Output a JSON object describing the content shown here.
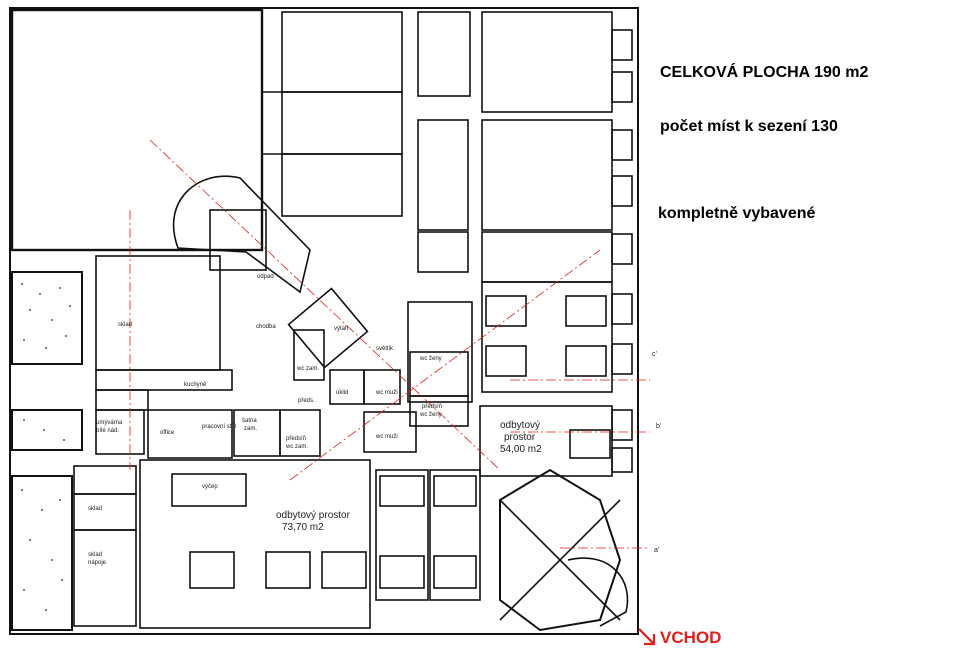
{
  "header": {
    "total_area": "CELKOVÁ PLOCHA  190 m2",
    "seats": "počet míst k sezení    130",
    "equipped": "kompletně vybavené"
  },
  "entrance": {
    "label": "VCHOD",
    "color": "#e0201a"
  },
  "colors": {
    "section_lines": "#e0201a",
    "walls": "#111111"
  },
  "rooms": {
    "sklad1": "sklad",
    "sklad2": "sklad",
    "sklad_napoje_1": "sklad",
    "sklad_napoje_2": "nápoje",
    "kuchyne": "kuchyně",
    "office": "office",
    "umyvarna_1": "umývárna",
    "umyvarna_2": "bílé nád.",
    "pracovni_stul": "pracovní stůl",
    "satna_1": "šatna",
    "satna_2": "zam.",
    "predsin_1": "předsíň",
    "predsin_2": "wc zam.",
    "vycep": "výčep",
    "odbytovy_1": "odbytový  prostor",
    "odbytovy_1_area": "73,70  m2",
    "odbytovy_2_a": "odbytový",
    "odbytovy_2_b": "prostor",
    "odbytovy_2_area": "54,00  m2",
    "chodba": "chodba",
    "vytah": "výtah",
    "svetlik": "světlík",
    "odpad": "odpad",
    "wc_zeny": "wc ženy",
    "wc_muzi_1": "wc muži",
    "wc_muzi_2": "wc muži",
    "wc_zam": "wc zam.",
    "predsin_wc_zeny_1": "předsíň",
    "predsin_wc_zeny_2": "wc ženy",
    "predsin_3": "předs.",
    "uklid": "úklid"
  },
  "section_marks": {
    "c": "c'",
    "b": "b'",
    "a": "a'"
  }
}
